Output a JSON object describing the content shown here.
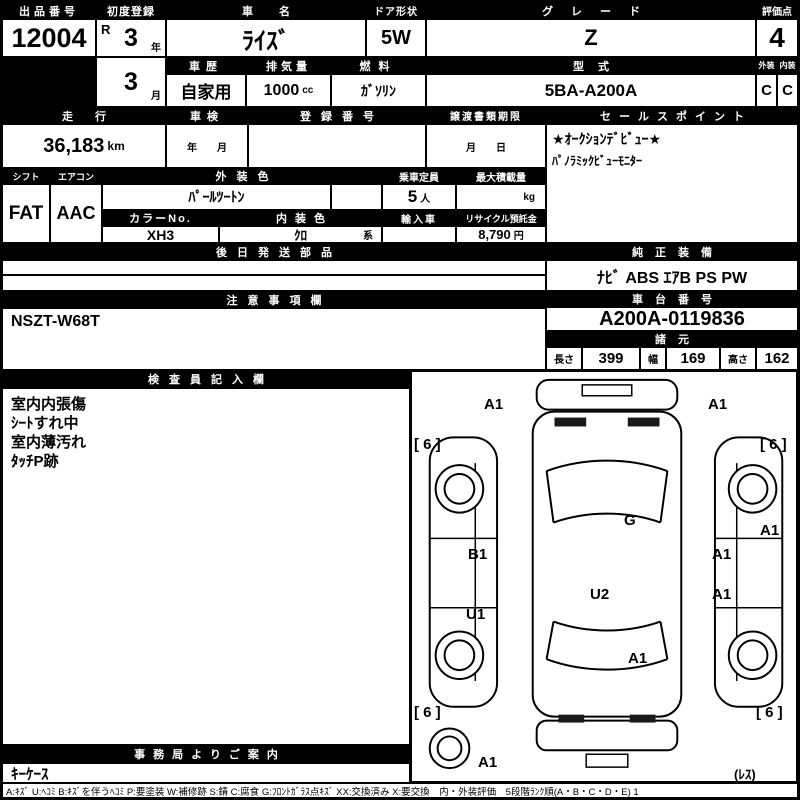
{
  "top": {
    "auction_no": {
      "label": "出品番号",
      "value": "12004"
    },
    "first_reg": {
      "label": "初度登録",
      "era": "R",
      "year": "3",
      "year_unit": "年",
      "month": "3",
      "month_unit": "月"
    },
    "car_name": {
      "label": "車名",
      "value": "ﾗｲｽﾞ"
    },
    "door": {
      "label": "ドア形状",
      "value": "5W"
    },
    "grade": {
      "label": "グレード",
      "value": "Z"
    },
    "score": {
      "label": "評価点",
      "value": "4"
    },
    "history": {
      "label": "車歴",
      "value": "自家用"
    },
    "displacement": {
      "label": "排気量",
      "value": "1000",
      "unit": "cc"
    },
    "fuel": {
      "label": "燃料",
      "value": "ｶﾞｿﾘﾝ"
    },
    "model": {
      "label": "型式",
      "value": "5BA-A200A"
    },
    "exterior": {
      "label": "外装",
      "value": "C"
    },
    "interior": {
      "label": "内装",
      "value": "C"
    }
  },
  "mid": {
    "mileage": {
      "label": "走行",
      "value": "36,183",
      "unit": "km"
    },
    "inspection": {
      "label": "車検",
      "value": "年　　月"
    },
    "registration": {
      "label": "登録番号",
      "value": ""
    },
    "transfer": {
      "label": "譲渡書類期限",
      "value": "月　　日"
    },
    "sales_point": {
      "label": "セールスポイント",
      "line1": "★ｵｰｸｼｮﾝﾃﾞﾋﾞｭｰ★",
      "line2": "ﾊﾟﾉﾗﾐｯｸﾋﾞｭｰﾓﾆﾀｰ"
    }
  },
  "spec": {
    "shift": {
      "label": "シフト",
      "value": "FAT"
    },
    "aircon": {
      "label": "エアコン",
      "value": "AAC"
    },
    "ext_color": {
      "label": "外装色",
      "value": "ﾊﾟｰﾙﾂｰﾄﾝ"
    },
    "capacity": {
      "label": "乗車定員",
      "value": "5",
      "unit": "人"
    },
    "max_load": {
      "label": "最大積載量",
      "value": "",
      "unit": "kg"
    },
    "color_no": {
      "label": "カラーNo.",
      "value": "XH3"
    },
    "int_color": {
      "label": "内装色",
      "value": "ｸﾛ",
      "unit": "系"
    },
    "import_car": {
      "label": "輸入車",
      "value": ""
    },
    "recycle": {
      "label": "リサイクル預託金",
      "value": "8,790",
      "unit": "円"
    }
  },
  "later_parts": {
    "label": "後日発送部品"
  },
  "equipment": {
    "label": "純正装備",
    "value": "ﾅﾋﾞ ABS ｴｱB PS PW"
  },
  "notes": {
    "label": "注意事項欄",
    "value": "NSZT-W68T"
  },
  "chassis": {
    "label": "車台番号",
    "value": "A200A-0119836"
  },
  "dims": {
    "label": "諸元",
    "length_label": "長さ",
    "length": "399",
    "width_label": "幅",
    "width": "169",
    "height_label": "高さ",
    "height": "162"
  },
  "inspector": {
    "label": "検査員記入欄",
    "lines": [
      "室内内張傷",
      "ｼｰﾄすれ中",
      "室内薄汚れ",
      "ﾀｯﾁP跡"
    ]
  },
  "office": {
    "label": "事務局よりご案内",
    "value": "ｷｰｹｰｽ"
  },
  "diagram": {
    "labels": [
      "A1",
      "A1",
      "[ 6 ]",
      "[ 6 ]",
      "G",
      "A1",
      "B1",
      "A1",
      "U2",
      "A1",
      "U1",
      "A1",
      "[ 6 ]",
      "[ 6 ]",
      "A1",
      "(ﾚｽ)"
    ]
  },
  "legend": "A:ｷｽﾞ U:ﾍｺﾐ B:ｷｽﾞを伴うﾍｺﾐ P:要塗装 W:補修跡 S:錆 C:腐食 G:ﾌﾛﾝﾄｶﾞﾗｽ点ｷｽﾞ XX:交換済み X:要交換　内・外装評価　5段階ﾗﾝｸ順(A・B・C・D・E) 1"
}
